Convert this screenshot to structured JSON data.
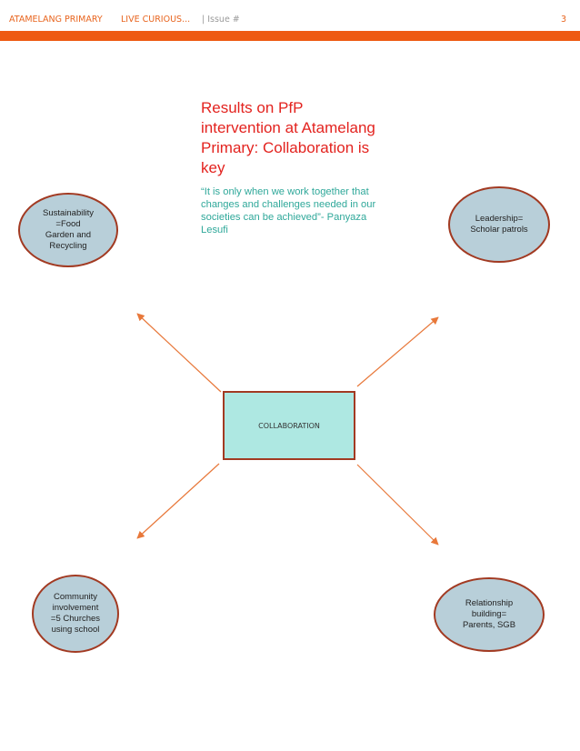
{
  "header": {
    "school": "ATAMELANG PRIMARY",
    "slogan": "LIVE CURIOUS...",
    "issue": "| Issue #",
    "page_number": "3"
  },
  "title": "Results on PfP intervention at Atamelang Primary: Collaboration is key",
  "quote": "“It is only when we work together that changes and challenges needed in our societies can be achieved”- Panyaza Lesufi",
  "center": {
    "label": "COLLABORATION"
  },
  "nodes": {
    "sustainability": "Sustainability\n=Food\nGarden and\nRecycling",
    "leadership": "Leadership=\nScholar patrols",
    "community": "Community\ninvolvement\n=5 Churches\nusing school",
    "relationship": "Relationship\nbuilding=\nParents, SGB"
  },
  "colors": {
    "accent": "#ee5a12",
    "title": "#e3231f",
    "quote": "#2fa89a",
    "node_fill": "#b8cfd9",
    "node_border": "#a23a22",
    "center_fill": "#aee8e2",
    "arrow": "#e8783a"
  }
}
